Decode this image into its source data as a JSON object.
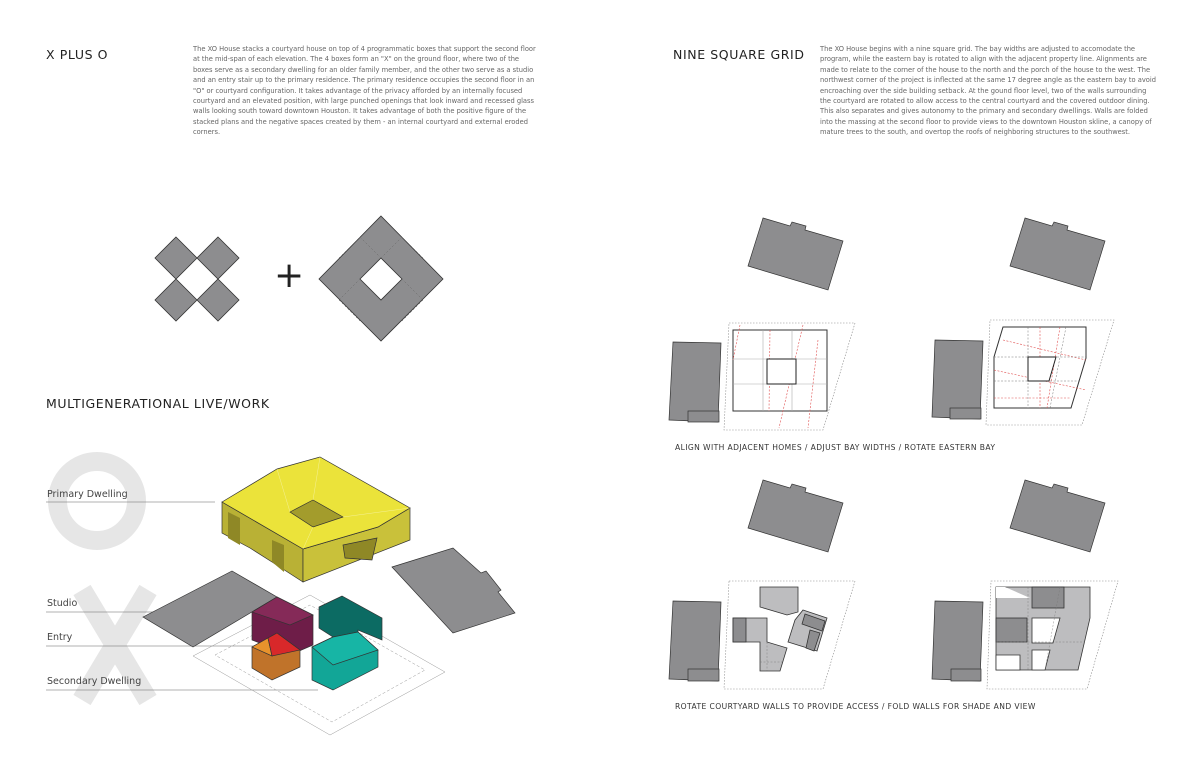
{
  "left": {
    "title": "X PLUS O",
    "paragraph": "The XO House stacks a courtyard house on top of 4 programmatic boxes that support the second floor at the mid-span of each elevation.  The 4 boxes form an \"X\" on the ground floor, where two of the boxes serve as a secondary dwelling for an older family member, and the other two serve as a studio and an entry stair up to the primary residence.  The primary residence occupies the second floor in an \"O\" or courtyard configuration.  It takes advantage of the privacy afforded by an internally focused courtyard and an elevated position, with large punched openings that look inward and recessed glass walls looking south toward downtown Houston.  It takes advantage of both the positive figure of the stacked plans and the negative spaces created by them - an internal courtyard and external eroded corners.",
    "plus_symbol": "+",
    "section_title": "MULTIGENERATIONAL LIVE/WORK",
    "watermark_o": "O",
    "watermark_x": "X",
    "labels": {
      "primary": "Primary Dwelling",
      "studio": "Studio",
      "entry": "Entry",
      "secondary": "Secondary Dwelling"
    }
  },
  "right": {
    "title": "NINE SQUARE GRID",
    "paragraph": "The XO House begins with a nine square grid.  The bay widths are adjusted to accomodate the program, while the eastern bay is rotated to align with the adjacent property line.  Alignments are made to relate to the corner of the house to the north and the porch of the house to the west. The northwest corner of the project is inflected at the same 17 degree angle as the eastern bay to avoid encroaching over the side building setback.  At the gound floor level, two of the walls surrounding the courtyard are rotated to allow access to the central courtyard and the covered outdoor dining.  This also separates and gives autonomy to the primary and secondary dwellings.  Walls are folded into the massing at the second floor to provide views to the downtown Houston skline, a canopy of mature trees to the south, and overtop the roofs of neighboring structures to the southwest.",
    "caption_1": "ALIGN WITH ADJACENT HOMES / ADJUST BAY WIDTHS / ROTATE EASTERN BAY",
    "caption_2": "ROTATE COURTYARD WALLS TO PROVIDE ACCESS / FOLD WALLS FOR SHADE AND VIEW"
  },
  "colors": {
    "neighbor_gray": "#8d8d8f",
    "light_gray": "#bdbdbf",
    "primary_yellow": "#ebe33a",
    "studio_magenta": "#6e1d48",
    "entry_orange": "#d98a2c",
    "entry_red": "#d8282a",
    "secondary_teal": "#12a697",
    "teal_dark": "#0c6b63",
    "grid_red": "#e05050"
  }
}
